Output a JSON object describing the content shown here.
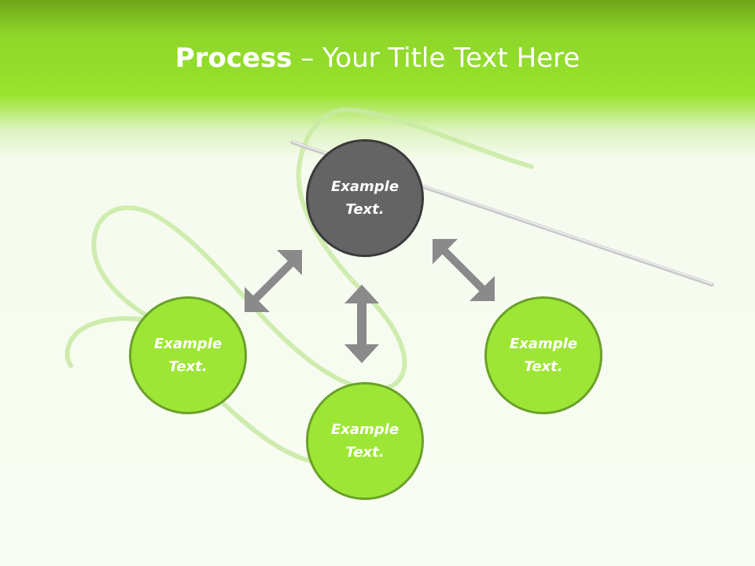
{
  "title": {
    "bold": "Process",
    "rest": " – Your Title Text Here"
  },
  "nodes": {
    "top": "Example\nText.",
    "left": "Example\nText.",
    "bottom": "Example\nText.",
    "right": "Example\nText."
  },
  "colors": {
    "node_green": "#9ee636",
    "node_green_border": "#6aa128",
    "node_dark": "#646464",
    "arrow": "#8a8a8a"
  },
  "icons": {
    "needle": "needle-icon",
    "thread": "thread-decoration",
    "arrows": "double-headed-arrow-icon"
  }
}
